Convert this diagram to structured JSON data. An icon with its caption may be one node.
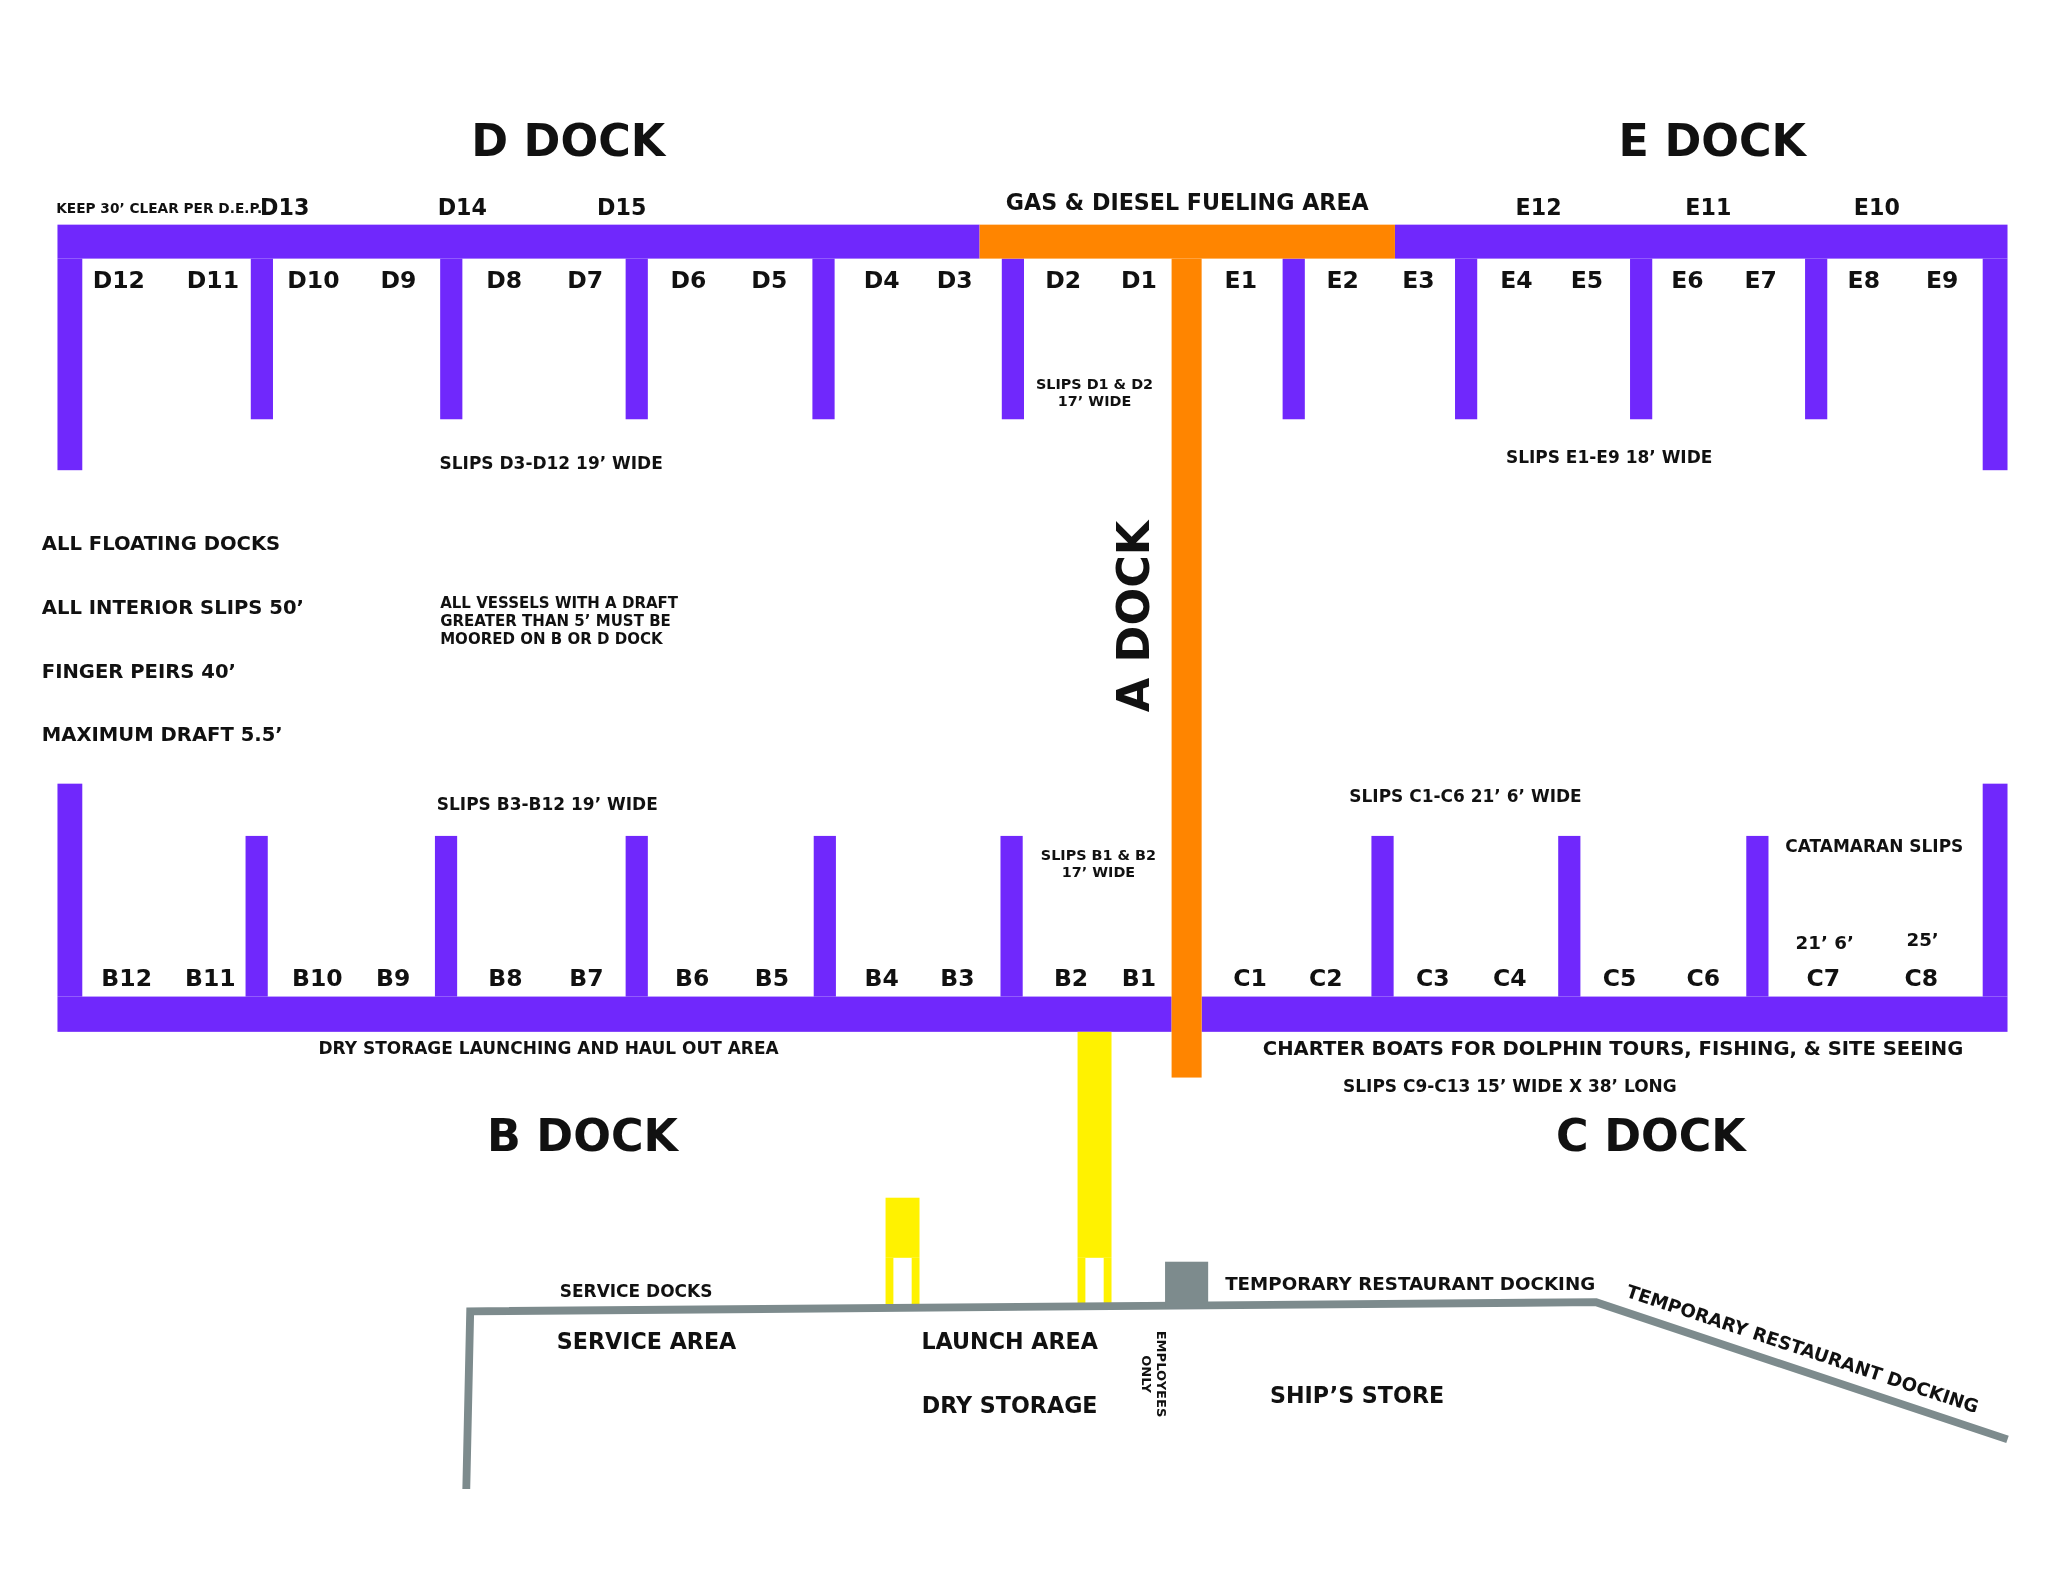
{
  "diagram": {
    "labels": [
      "D DOCK",
      "E DOCK",
      "KEEP 30’ CLEAR PER D.E.P.",
      "D13",
      "D14",
      "D15",
      "GAS & DIESEL FUELING AREA",
      "E12",
      "E11",
      "E10",
      "D12",
      "D11",
      "D10",
      "D9",
      "D8",
      "D7",
      "D6",
      "D5",
      "D4",
      "D3",
      "D2",
      "D1",
      "E1",
      "E2",
      "E3",
      "E4",
      "E5",
      "E6",
      "E7",
      "E8",
      "E9",
      "SLIPS D1 & D2 17’ WIDE",
      "SLIPS D3-D12 19’ WIDE",
      "SLIPS E1-E9 18’ WIDE",
      "ALL FLOATING DOCKS",
      "ALL INTERIOR SLIPS 50’",
      "ALL VESSELS WITH A DRAFT GREATER THAN 5’ MUST BE MOORED ON B OR D DOCK",
      "A DOCK",
      "FINGER PEIRS 40’",
      "MAXIMUM DRAFT 5.5’",
      "SLIPS C1-C6 21’ 6’ WIDE",
      "SLIPS B3-B12 19’ WIDE",
      "CATAMARAN SLIPS",
      "SLIPS B1 & B2 17’ WIDE",
      "21’ 6’",
      "25’",
      "B12",
      "B11",
      "B10",
      "B9",
      "B8",
      "B7",
      "B6",
      "B5",
      "B4",
      "B3",
      "B2",
      "B1",
      "C1",
      "C2",
      "C3",
      "C4",
      "C5",
      "C6",
      "C7",
      "C8",
      "DRY STORAGE LAUNCHING AND HAUL OUT AREA",
      "CHARTER BOATS FOR DOLPHIN TOURS, FISHING, & SITE SEEING",
      "SLIPS C9-C13 15’ WIDE X 38’ LONG",
      "B DOCK",
      "C DOCK",
      "TEMPORARY RESTAURANT DOCKING",
      "SERVICE DOCKS",
      "SERVICE AREA",
      "LAUNCH AREA",
      "TEMPORARY RESTAURANT DOCKING",
      "EMPLOYEES ONLY",
      "SHIP’S STORE",
      "DRY STORAGE"
    ]
  }
}
